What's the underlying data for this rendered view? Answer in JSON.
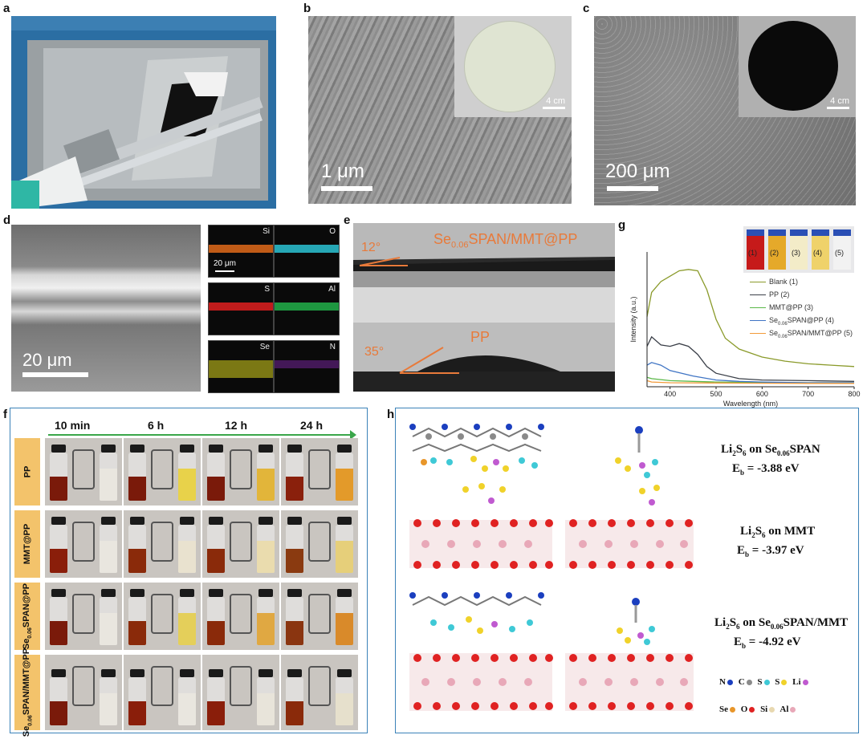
{
  "labels": {
    "a": "a",
    "b": "b",
    "c": "c",
    "d": "d",
    "e": "e",
    "f": "f",
    "g": "g",
    "h": "h"
  },
  "panel_b": {
    "scale": "1 μm",
    "inset_scale": "4 cm"
  },
  "panel_c": {
    "scale": "200 μm",
    "inset_scale": "4 cm"
  },
  "panel_d": {
    "scale": "20 μm",
    "eds": [
      {
        "el": "Si",
        "color": "#e06a1a"
      },
      {
        "el": "O",
        "color": "#2bc3d4"
      },
      {
        "el": "S",
        "color": "#e02020"
      },
      {
        "el": "Al",
        "color": "#22b04a"
      },
      {
        "el": "Se",
        "color": "#c7c21a"
      },
      {
        "el": "N",
        "color": "#8a2bb5"
      }
    ],
    "eds_scale": "20 μm"
  },
  "panel_e": {
    "top_angle": "12°",
    "top_label_prefix": "Se",
    "top_label_sub": "0.06",
    "top_label_rest": "SPAN/MMT@PP",
    "bottom_angle": "35°",
    "bottom_label": "PP"
  },
  "chart_data": {
    "type": "line",
    "xlabel": "Wavelength (nm)",
    "ylabel": "Intensity (a.u.)",
    "xlim": [
      350,
      800
    ],
    "x_ticks": [
      "400",
      "500",
      "600",
      "700",
      "800"
    ],
    "vials": [
      "(1)",
      "(2)",
      "(3)",
      "(4)",
      "(5)"
    ],
    "series": [
      {
        "name": "Blank (1)",
        "color": "#8a9a2a",
        "x": [
          350,
          360,
          380,
          400,
          420,
          440,
          460,
          480,
          500,
          520,
          550,
          600,
          650,
          700,
          750,
          800
        ],
        "y": [
          0.52,
          0.7,
          0.78,
          0.82,
          0.86,
          0.87,
          0.86,
          0.72,
          0.5,
          0.36,
          0.28,
          0.22,
          0.19,
          0.17,
          0.16,
          0.15
        ]
      },
      {
        "name": "PP (2)",
        "color": "#3a3f48",
        "x": [
          350,
          360,
          380,
          400,
          420,
          440,
          460,
          480,
          500,
          550,
          600,
          700,
          800
        ],
        "y": [
          0.3,
          0.37,
          0.31,
          0.3,
          0.32,
          0.3,
          0.24,
          0.15,
          0.1,
          0.06,
          0.05,
          0.045,
          0.04
        ]
      },
      {
        "name": "MMT@PP (3)",
        "color": "#5ab848",
        "x": [
          350,
          360,
          400,
          450,
          500,
          600,
          700,
          800
        ],
        "y": [
          0.07,
          0.06,
          0.045,
          0.04,
          0.035,
          0.032,
          0.03,
          0.03
        ]
      },
      {
        "name_prefix": "Se",
        "name_sub": "0.06",
        "name": "SPAN@PP (4)",
        "color": "#3f74c4",
        "x": [
          350,
          360,
          380,
          400,
          450,
          500,
          550,
          600,
          700,
          800
        ],
        "y": [
          0.16,
          0.18,
          0.16,
          0.12,
          0.08,
          0.05,
          0.04,
          0.035,
          0.03,
          0.03
        ]
      },
      {
        "name_prefix": "Se",
        "name_sub": "0.06",
        "name": "SPAN/MMT@PP (5)",
        "color": "#f29a3a",
        "x": [
          350,
          360,
          400,
          500,
          600,
          700,
          800
        ],
        "y": [
          0.045,
          0.035,
          0.03,
          0.028,
          0.026,
          0.025,
          0.025
        ]
      }
    ]
  },
  "panel_f": {
    "columns": [
      "10 min",
      "6 h",
      "12 h",
      "24 h"
    ],
    "rows": [
      {
        "label": "PP",
        "liquids": [
          [
            "#7a1a0a",
            "#e9e6df"
          ],
          [
            "#7a1a0a",
            "#e8d24a"
          ],
          [
            "#7a1a0a",
            "#e2b53a"
          ],
          [
            "#8a200c",
            "#e39a2a"
          ]
        ]
      },
      {
        "label": "MMT@PP",
        "liquids": [
          [
            "#8a1e0a",
            "#e9e6df"
          ],
          [
            "#8a2a0a",
            "#e9e2cf"
          ],
          [
            "#8a2a0a",
            "#eadcae"
          ],
          [
            "#8a3a10",
            "#e6cf7a"
          ]
        ]
      },
      {
        "label_prefix": "Se",
        "label_sub": "0.06",
        "label": "SPAN@PP",
        "liquids": [
          [
            "#7a1a0a",
            "#e9e6df"
          ],
          [
            "#8a2a0a",
            "#e4cf5a"
          ],
          [
            "#8a2a0a",
            "#e0a842"
          ],
          [
            "#8a3510",
            "#d98a2a"
          ]
        ]
      },
      {
        "label_prefix": "Se",
        "label_sub": "0.06",
        "label": "SPAN/MMT@PP",
        "liquids": [
          [
            "#7a1a0a",
            "#e9e6df"
          ],
          [
            "#8a1e0a",
            "#e9e6df"
          ],
          [
            "#8a1e0a",
            "#e8e4da"
          ],
          [
            "#8a2a0a",
            "#e6e0cc"
          ]
        ]
      }
    ]
  },
  "panel_h": {
    "entries": [
      {
        "title_pre": "Li",
        "title_sub": "2",
        "title_mid": "S",
        "title_sub2": "6",
        "title_post": " on Se",
        "title_sub3": "0.06",
        "title_end": "SPAN",
        "eb_pre": "E",
        "eb_sub": "b",
        "eb_val": " = -3.88 eV"
      },
      {
        "title_pre": "Li",
        "title_sub": "2",
        "title_mid": "S",
        "title_sub2": "6",
        "title_post": " on MMT",
        "title_sub3": "",
        "title_end": "",
        "eb_pre": "E",
        "eb_sub": "b",
        "eb_val": " = -3.97 eV"
      },
      {
        "title_pre": "Li",
        "title_sub": "2",
        "title_mid": "S",
        "title_sub2": "6",
        "title_post": " on Se",
        "title_sub3": "0.06",
        "title_end": "SPAN/MMT",
        "eb_pre": "E",
        "eb_sub": "b",
        "eb_val": " = -4.92 eV"
      }
    ],
    "legend": [
      {
        "el": "N",
        "color": "#1b3fbf"
      },
      {
        "el": "C",
        "color": "#8a8a8a"
      },
      {
        "el": "S",
        "color": "#3fc9d6"
      },
      {
        "el": "S",
        "color": "#f0d22a"
      },
      {
        "el": "Li",
        "color": "#c05ad0"
      },
      {
        "el": "Se",
        "color": "#e8962a"
      },
      {
        "el": "O",
        "color": "#e02222"
      },
      {
        "el": "Si",
        "color": "#e8d8b0"
      },
      {
        "el": "Al",
        "color": "#e8a8b8"
      }
    ]
  }
}
